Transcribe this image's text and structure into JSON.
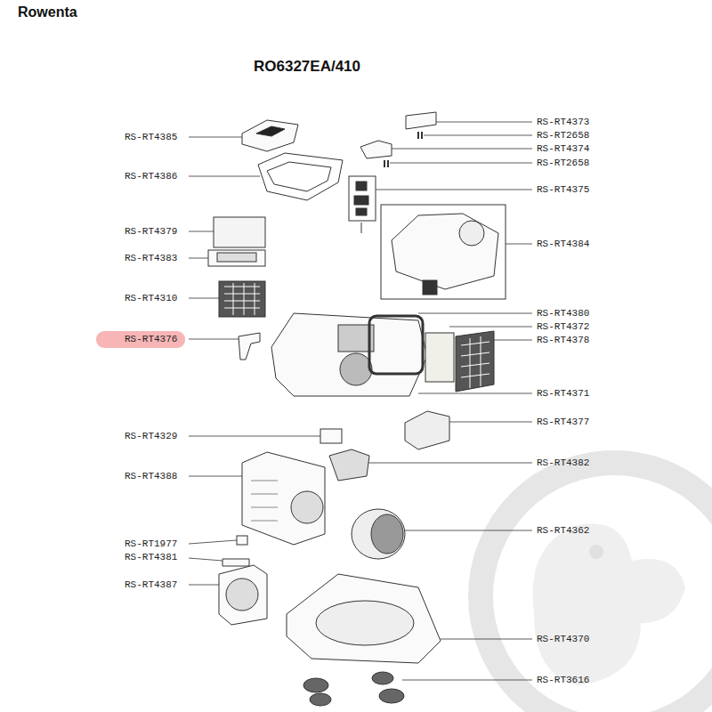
{
  "diagram": {
    "title": "RO6327EA/410",
    "labels": [
      "Rowenta",
      "RS-RT4385",
      "RS-RT4386",
      "RS-RT4379",
      "RS-RT4383",
      "RS-RT4310",
      "RS-RT4376",
      "RS-RT4329",
      "RS-RT4388",
      "RS-RT1977",
      "RS-RT4381",
      "RS-RT4387",
      "RS-RT4373",
      "RS-RT2658",
      "RS-RT4374",
      "RS-RT2658",
      "RS-RT4375",
      "RS-RT4384",
      "RS-RT4380",
      "RS-RT4372",
      "RS-RT4378",
      "RS-RT4371",
      "RS-RT4377",
      "RS-RT4382",
      "RS-RT4362",
      "RS-RT4370",
      "RS-RT3616"
    ]
  }
}
